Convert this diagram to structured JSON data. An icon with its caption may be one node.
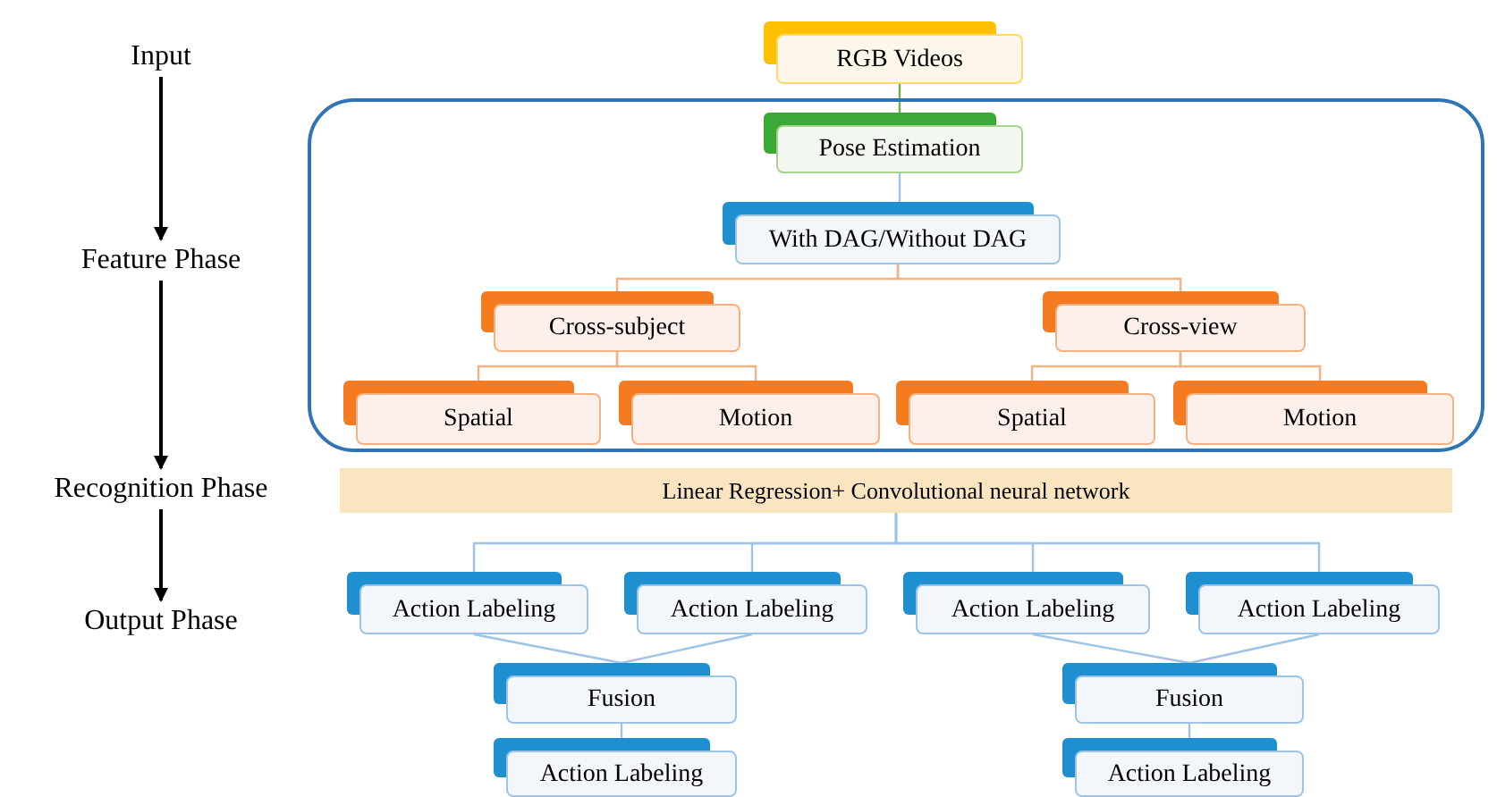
{
  "diagram": {
    "nodes": [
      {
        "text": [
          "Input"
        ]
      },
      {
        "text": [
          "Feature Phase"
        ]
      },
      {
        "text": [
          "Recognition Phase"
        ]
      },
      {
        "text": [
          "Output Phase"
        ]
      },
      {
        "text": [
          "RGB Videos"
        ]
      },
      {
        "text": [],
        "shape": "box"
      },
      {
        "text": [
          "Pose Estimation"
        ],
        "in": 5
      },
      {
        "text": [
          "With DAG/Without DAG"
        ],
        "in": 5
      },
      {
        "text": [
          "Cross-subject"
        ],
        "in": 5
      },
      {
        "text": [
          "Cross-view"
        ],
        "in": 5
      },
      {
        "text": [
          "Spatial"
        ],
        "in": 5
      },
      {
        "text": [
          "Motion"
        ],
        "in": 5
      },
      {
        "text": [
          "Spatial"
        ],
        "in": 5
      },
      {
        "text": [
          "Motion"
        ],
        "in": 5
      },
      {
        "text": [
          "Linear Regression+ Convolutional neural network"
        ]
      },
      {
        "text": [
          "Action Labeling"
        ]
      },
      {
        "text": [
          "Action Labeling"
        ]
      },
      {
        "text": [
          "Action Labeling"
        ]
      },
      {
        "text": [
          "Action Labeling"
        ]
      },
      {
        "text": [
          "Fusion"
        ]
      },
      {
        "text": [
          "Fusion"
        ]
      },
      {
        "text": [
          "Action Labeling"
        ]
      },
      {
        "text": [
          "Action Labeling"
        ]
      }
    ],
    "edges": [
      {
        "from": 0,
        "to": 1,
        "arrow": "to",
        "color": "#000000"
      },
      {
        "from": 1,
        "to": 2,
        "arrow": "to",
        "color": "#000000"
      },
      {
        "from": 2,
        "to": 3,
        "arrow": "to",
        "color": "#000000"
      },
      {
        "from": 4,
        "to": 6,
        "arrow": "none",
        "color": "#70ad47"
      },
      {
        "from": 6,
        "to": 7,
        "arrow": "none"
      },
      {
        "from": 7,
        "to": 8,
        "arrow": "none",
        "color": "#f4b183"
      },
      {
        "from": 7,
        "to": 9,
        "arrow": "none",
        "color": "#f4b183"
      },
      {
        "from": 8,
        "to": 10,
        "arrow": "none",
        "color": "#f4b183"
      },
      {
        "from": 8,
        "to": 11,
        "arrow": "none",
        "color": "#f4b183"
      },
      {
        "from": 9,
        "to": 12,
        "arrow": "none",
        "color": "#f4b183"
      },
      {
        "from": 9,
        "to": 13,
        "arrow": "none",
        "color": "#f4b183"
      },
      {
        "from": 14,
        "to": 15,
        "arrow": "none"
      },
      {
        "from": 14,
        "to": 16,
        "arrow": "none"
      },
      {
        "from": 14,
        "to": 17,
        "arrow": "none"
      },
      {
        "from": 14,
        "to": 18,
        "arrow": "none"
      },
      {
        "from": 15,
        "to": 19,
        "arrow": "none"
      },
      {
        "from": 16,
        "to": 19,
        "arrow": "none"
      },
      {
        "from": 17,
        "to": 20,
        "arrow": "none"
      },
      {
        "from": 18,
        "to": 20,
        "arrow": "none"
      },
      {
        "from": 19,
        "to": 21,
        "arrow": "none"
      },
      {
        "from": 20,
        "to": 22,
        "arrow": "none"
      }
    ]
  }
}
